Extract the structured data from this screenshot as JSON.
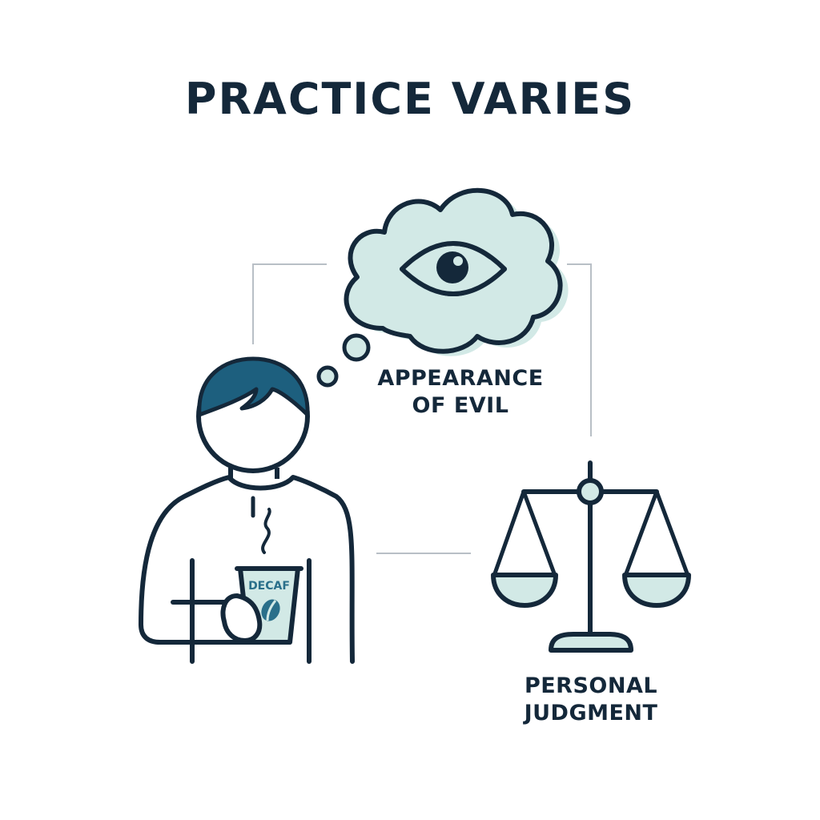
{
  "title": "PRACTICE VARIES",
  "thought_label": {
    "line1": "APPEARANCE",
    "line2": "OF EVIL"
  },
  "scale_label": {
    "line1": "PERSONAL",
    "line2": "JUDGMENT"
  },
  "cup_label": "DECAF",
  "icons": {
    "eye": "eye-icon",
    "person": "person-icon",
    "coffee_cup": "coffee-cup-icon",
    "coffee_bean": "coffee-bean-icon",
    "steam": "steam-icon",
    "scale": "balance-scale-icon",
    "thought_cloud": "thought-cloud-icon"
  },
  "colors": {
    "ink": "#14283a",
    "teal_fill": "#d2e9e6",
    "hair": "#1d5f7e",
    "connector": "#b8bfc6",
    "background": "#ffffff"
  }
}
